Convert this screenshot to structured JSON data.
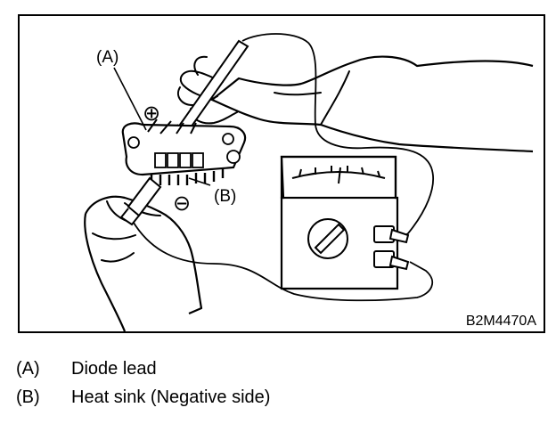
{
  "figure": {
    "callout_a": "(A)",
    "callout_b": "(B)",
    "plus_symbol": "⊕",
    "minus_symbol": "⊖",
    "figure_code": "B2M4470A"
  },
  "legend": [
    {
      "key": "(A)",
      "text": "Diode lead"
    },
    {
      "key": "(B)",
      "text": "Heat sink (Negative side)"
    }
  ]
}
